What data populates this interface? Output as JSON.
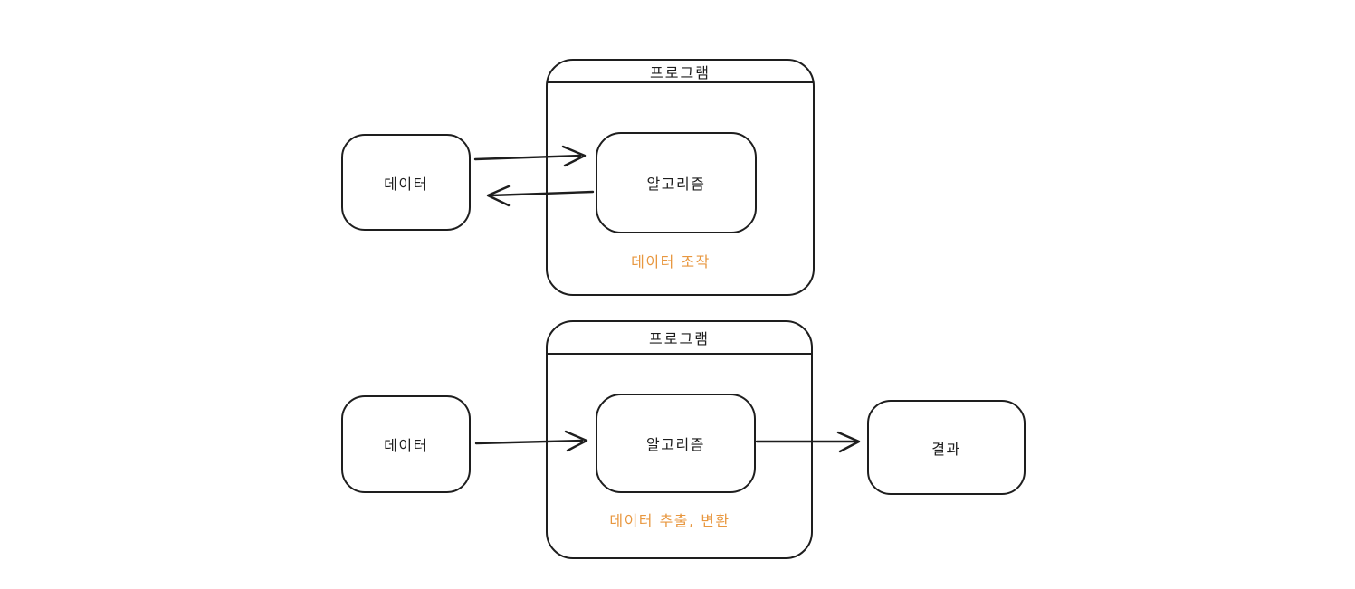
{
  "colors": {
    "stroke": "#1e1e1e",
    "accent": "#e8973f",
    "background": "#ffffff"
  },
  "diagram_top": {
    "program_title": "프로그램",
    "data_label": "데이터",
    "algorithm_label": "알고리즘",
    "caption": "데이터 조작"
  },
  "diagram_bottom": {
    "program_title": "프로그램",
    "data_label": "데이터",
    "algorithm_label": "알고리즘",
    "result_label": "결과",
    "caption": "데이터 추출, 변환"
  }
}
